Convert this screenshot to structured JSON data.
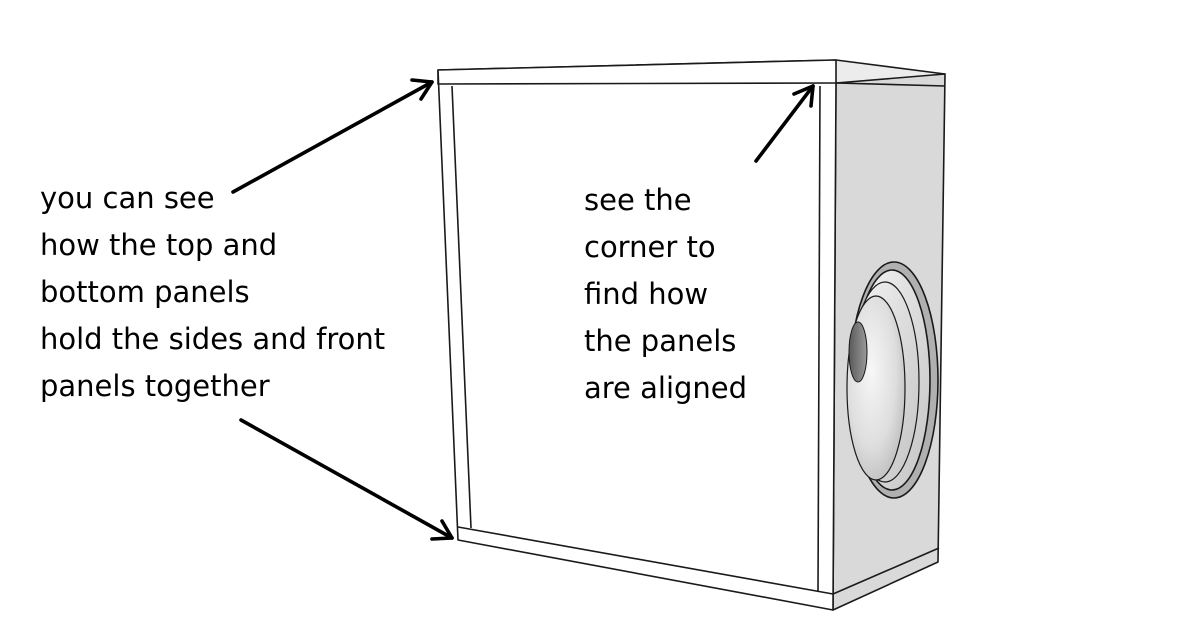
{
  "annotations": {
    "left": {
      "lines": [
        "you can see",
        "how the top and",
        "bottom panels",
        "hold the sides and front",
        "panels together"
      ]
    },
    "right": {
      "lines": [
        "see the",
        "corner to",
        "find how",
        "the panels",
        "are aligned"
      ]
    }
  },
  "colors": {
    "background": "#ffffff",
    "outline": "#1a1a1a",
    "side_panel": "#d9d9d9",
    "top_edge": "#ececec",
    "arrow": "#000000"
  }
}
